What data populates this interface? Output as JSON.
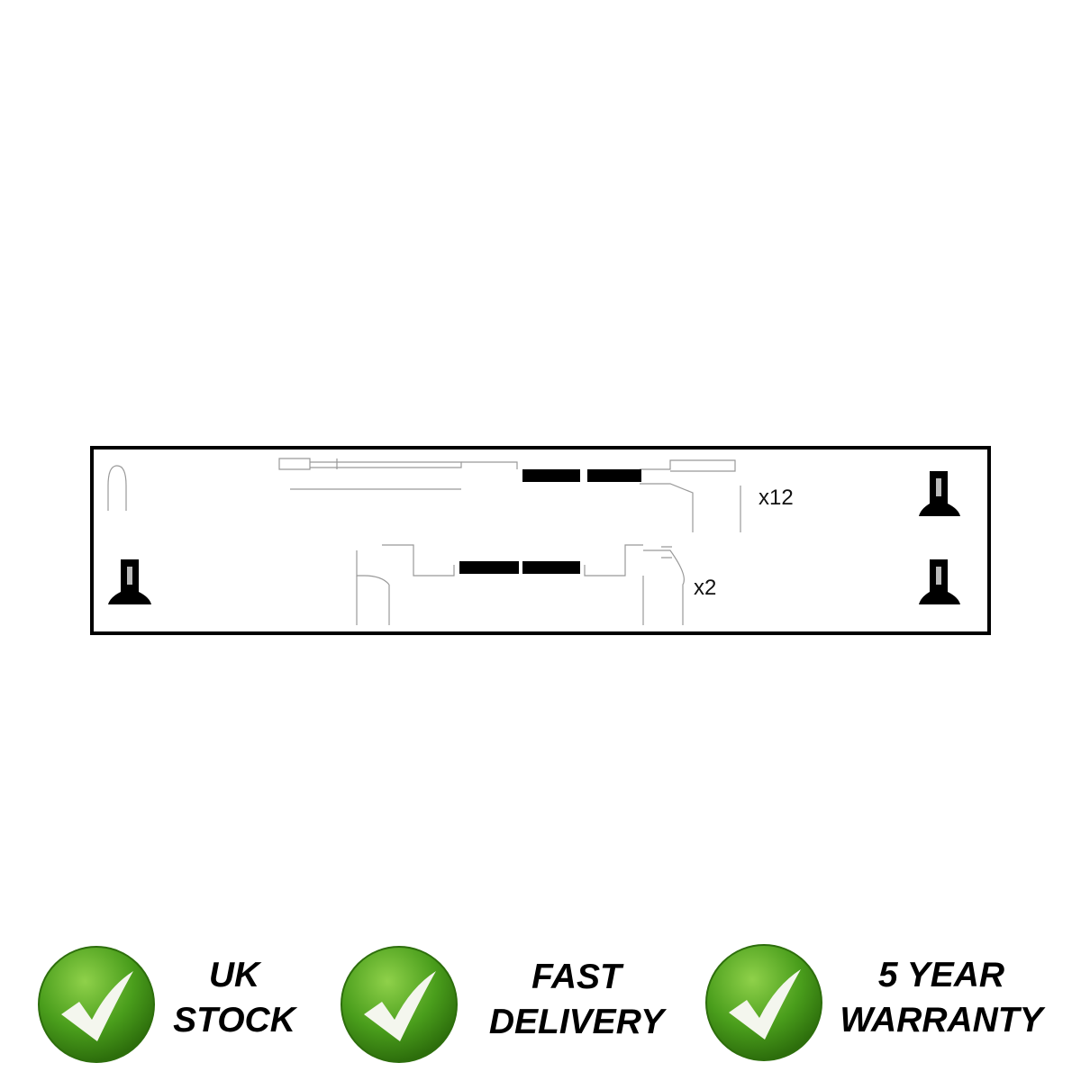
{
  "diagram": {
    "quantity_top": "x12",
    "quantity_bottom": "x2"
  },
  "badges": [
    {
      "line1": "UK",
      "line2": "STOCK",
      "icon": "check-icon"
    },
    {
      "line1": "FAST",
      "line2": "DELIVERY",
      "icon": "check-icon"
    },
    {
      "line1": "5 YEAR",
      "line2": "WARRANTY",
      "icon": "check-icon"
    }
  ],
  "colors": {
    "badge_green": "#4a9e1c",
    "badge_dark": "#2d6e0c",
    "frame": "#000000"
  }
}
